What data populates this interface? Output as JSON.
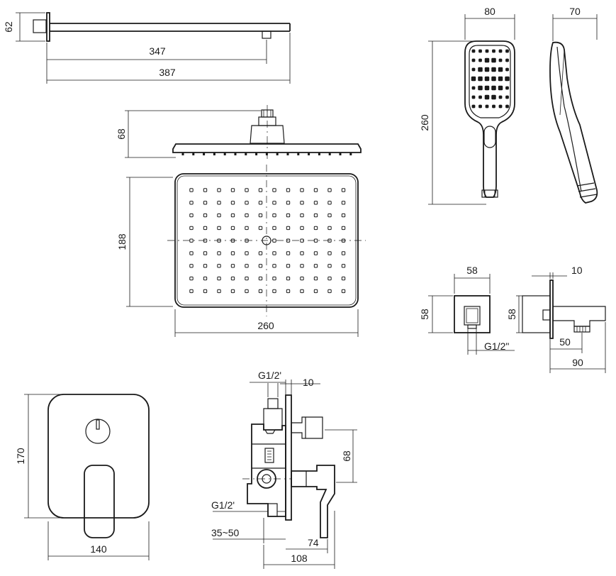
{
  "dimensions": {
    "arm_height": "62",
    "arm_inner": "347",
    "arm_total": "387",
    "head_height": "68",
    "head_depth": "188",
    "head_width": "260",
    "hand_width": "80",
    "hand_depth": "70",
    "hand_length": "260",
    "outlet_width": "58",
    "outlet_height_front": "58",
    "outlet_height_side": "58",
    "outlet_plate": "10",
    "outlet_thread": "G1/2\"",
    "outlet_projection": "50",
    "outlet_total": "90",
    "mixer_height": "170",
    "mixer_width": "140",
    "body_thread_top": "G1/2'",
    "body_plate_top": "10",
    "body_height": "68",
    "body_thread_bottom": "G1/2'",
    "body_depth_range": "35~50",
    "body_handle": "74",
    "body_total": "108"
  }
}
